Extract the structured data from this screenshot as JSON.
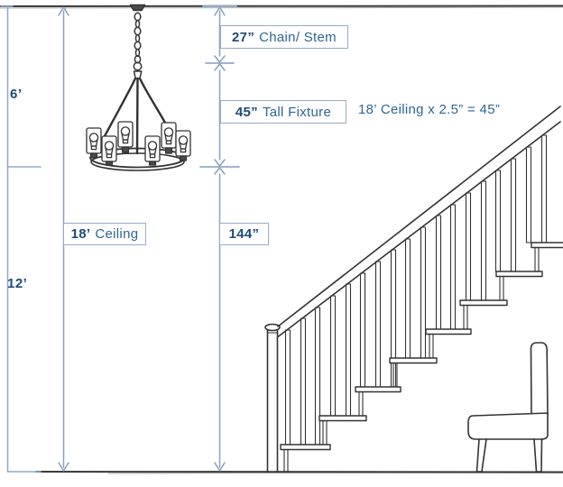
{
  "diagram": {
    "left_scale": {
      "six_label": "6’",
      "twelve_label": "12’"
    },
    "annotations": {
      "chain": {
        "value": "27”",
        "label": "Chain/ Stem"
      },
      "fixture": {
        "value": "45”",
        "label": "Tall Fixture"
      },
      "ceiling": {
        "value": "18’",
        "label": "Ceiling"
      },
      "height": {
        "value": "144”"
      },
      "formula": "18’ Ceiling x 2.5” = 45”"
    },
    "colors": {
      "dimension_line": "#94aac9",
      "value_text": "#1e4b77",
      "label_text": "#2e6794",
      "sketch_line": "#333333",
      "background": "#ffffff"
    }
  }
}
